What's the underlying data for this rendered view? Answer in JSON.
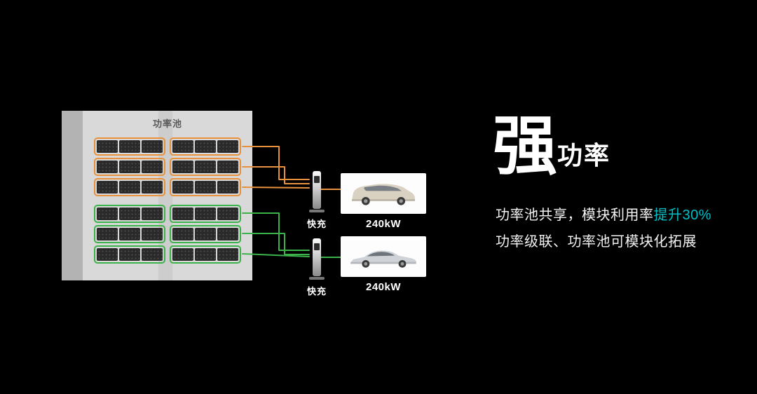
{
  "pool": {
    "title": "功率池",
    "rows": [
      {
        "tone": "orange"
      },
      {
        "tone": "orange"
      },
      {
        "tone": "orange"
      },
      {
        "tone": "green"
      },
      {
        "tone": "green"
      },
      {
        "tone": "green"
      }
    ],
    "groups_per_row": 2,
    "modules_per_group": 3
  },
  "chargers": [
    {
      "label": "快充",
      "power": "240kW",
      "vehicle": "mpv"
    },
    {
      "label": "快充",
      "power": "240kW",
      "vehicle": "sedan"
    }
  ],
  "headline": {
    "big": "强",
    "small": "功率"
  },
  "copy": {
    "line1_prefix": "功率池共享，模块利用率",
    "line1_highlight": "提升30%",
    "line2": "功率级联、功率池可模块化拓展"
  },
  "colors": {
    "orange": "#E8913C",
    "green": "#3CB34A",
    "highlight": "#00BFC6"
  }
}
